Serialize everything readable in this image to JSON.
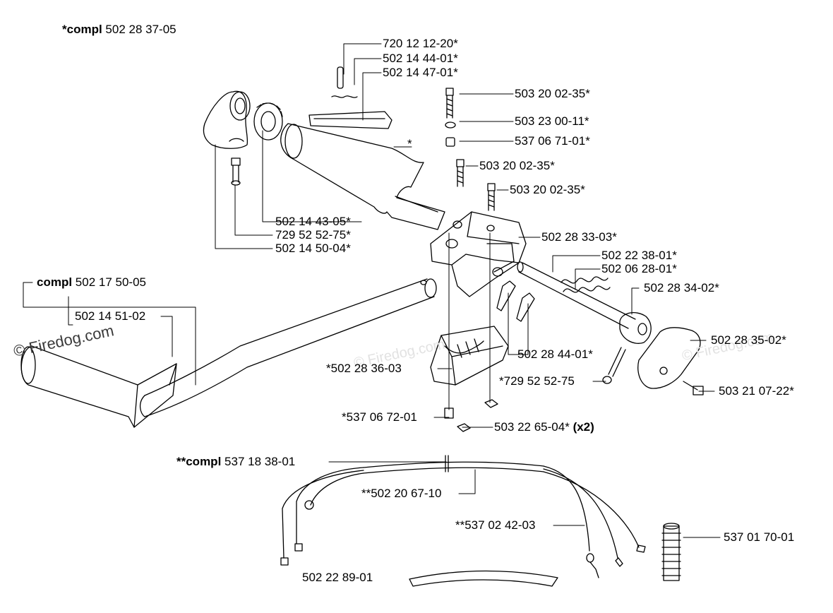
{
  "watermarks": {
    "main": "© Firedog.com",
    "faint": "© Firedog.com"
  },
  "assemblies": {
    "handle_compl": {
      "bold": "*compl",
      "part": "502 28 37-05"
    },
    "shaft_compl": {
      "bold": "compl",
      "part": "502 17 50-05"
    },
    "wire_compl": {
      "bold": "**compl",
      "part": "537 18 38-01"
    }
  },
  "labels": {
    "p1": "720 12 12-20*",
    "p2": "502 14 44-01*",
    "p3": "502 14 47-01*",
    "p4": "503 20 02-35*",
    "p5": "503 23 00-11*",
    "p6": "537 06 71-01*",
    "p7": "503 20 02-35*",
    "p8": "503 20 02-35*",
    "p9": "*",
    "p10": "502 14 43-05*",
    "p11": "729 52 52-75*",
    "p12": "502 14 50-04*",
    "p13": "502 28 33-03*",
    "p14": "502 22 38-01*",
    "p15": "502 06 28-01*",
    "p16": "502 28 34-02*",
    "p17": "502 14 51-02",
    "p18": "502 28 35-02*",
    "p19": "502 28 44-01*",
    "p20": "*502 28 36-03",
    "p21": "*729 52 52-75",
    "p22": "503 21 07-22*",
    "p23": "*537 06 72-01",
    "p24_main": "503 22 65-04*",
    "p24_qty": "(x2)",
    "p25": "**502 20 67-10",
    "p26": "**537 02 42-03",
    "p27": "537 01 70-01",
    "p28": "502 22 89-01"
  },
  "colors": {
    "ink": "#000000",
    "watermark": "#c9c9c9"
  }
}
